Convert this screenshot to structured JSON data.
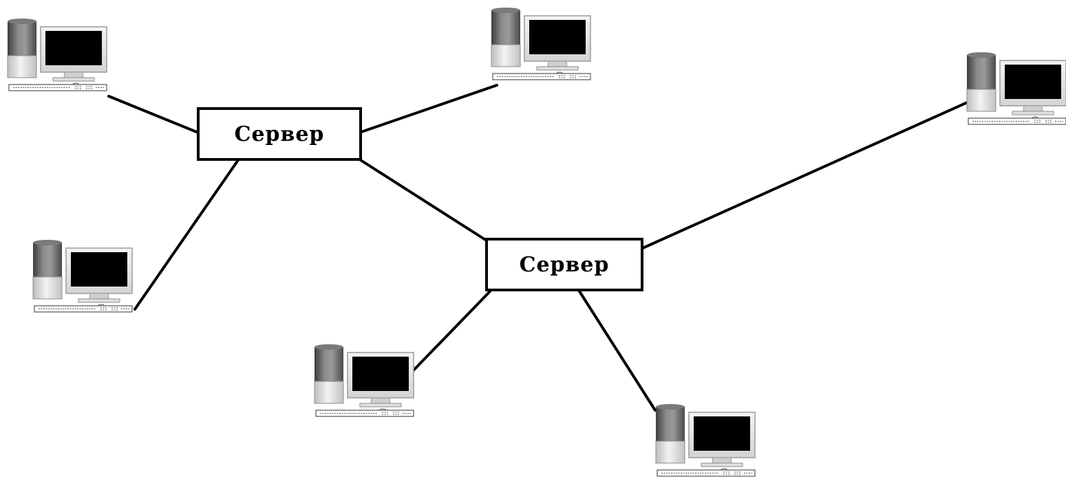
{
  "servers": [
    {
      "id": "server-1",
      "label": "Сервер"
    },
    {
      "id": "server-2",
      "label": "Сервер"
    }
  ],
  "workstations": [
    {
      "id": "pc-top-left",
      "icon": "desktop-computer-icon"
    },
    {
      "id": "pc-top-center",
      "icon": "desktop-computer-icon"
    },
    {
      "id": "pc-far-right",
      "icon": "desktop-computer-icon"
    },
    {
      "id": "pc-middle-left",
      "icon": "desktop-computer-icon"
    },
    {
      "id": "pc-bottom-center",
      "icon": "desktop-computer-icon"
    },
    {
      "id": "pc-bottom-right",
      "icon": "desktop-computer-icon"
    }
  ],
  "connections": [
    {
      "from": "server-1",
      "to": "pc-top-left"
    },
    {
      "from": "server-1",
      "to": "pc-top-center"
    },
    {
      "from": "server-1",
      "to": "pc-middle-left"
    },
    {
      "from": "server-1",
      "to": "server-2"
    },
    {
      "from": "server-2",
      "to": "pc-far-right"
    },
    {
      "from": "server-2",
      "to": "pc-bottom-center"
    },
    {
      "from": "server-2",
      "to": "pc-bottom-right"
    }
  ],
  "colors": {
    "line": "#000000",
    "screen": "#000000",
    "monitor_frame": "#e9e9e9",
    "tower_dark": "#6e6e6e",
    "tower_light": "#d9d9d9",
    "outline": "#555555"
  }
}
